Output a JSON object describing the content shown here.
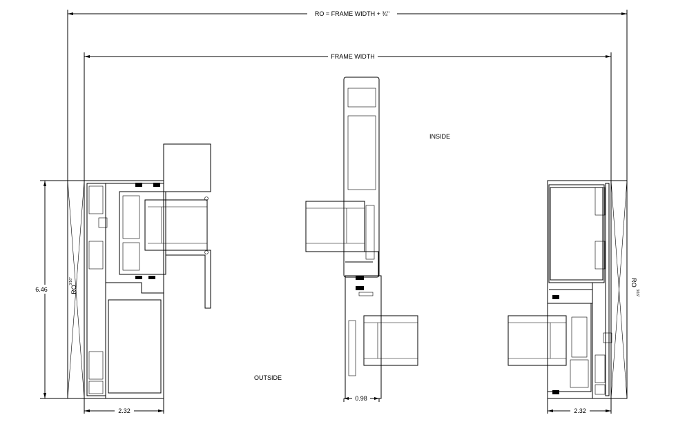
{
  "dimensions": {
    "rough_opening": "RO = FRAME WIDTH + ¾\"",
    "frame_width": "FRAME WIDTH",
    "height": "6.46",
    "left_frame_depth": "2.32",
    "mullion_depth": "0.98",
    "right_frame_depth": "2.32",
    "shim_left": "RO",
    "shim_left_gap": "3/16\"",
    "shim_right": "RO",
    "shim_right_gap": "3/16\""
  },
  "labels": {
    "inside": "INSIDE",
    "outside": "OUTSIDE"
  }
}
